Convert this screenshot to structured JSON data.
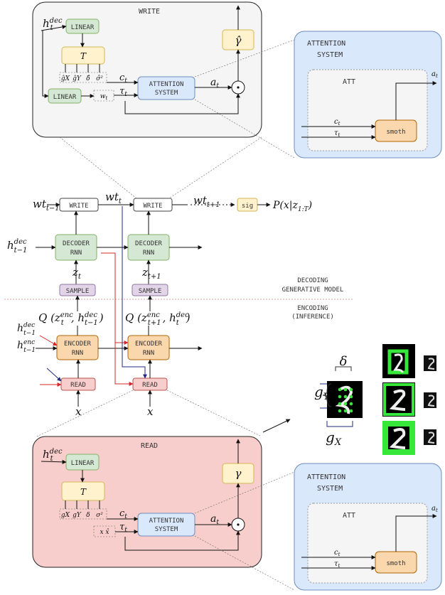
{
  "top_write": {
    "title": "WRITE",
    "h_in": "h",
    "h_sup": "dec",
    "h_sub": "t",
    "linear1": "LINEAR",
    "t_block": "T",
    "params": [
      "ĝX",
      "ĝY",
      "δ̂",
      "σ̂²"
    ],
    "c_t": "c",
    "tau_t": "τ",
    "a_t": "a",
    "linear2": "LINEAR",
    "w_t": "w",
    "att_line1": "ATTENTION",
    "att_line2": "SYSTEM",
    "gamma": "γ̂",
    "odot": "⊙",
    "t_sub": "t"
  },
  "att_panel_top": {
    "title1": "ATTENTION",
    "title2": "SYSTEM",
    "att": "ATT",
    "smoth": "smoth",
    "c": "c",
    "tau": "τ",
    "a": "a",
    "t_sub": "t"
  },
  "middle": {
    "wt_prev": "wt",
    "wt_prev_sub": "t−1",
    "wt": "wt",
    "wt_sub": "t",
    "wt_next": "wt",
    "wt_next_sub": "t+1",
    "write": "WRITE",
    "sig": "sig",
    "output": "P(x|z",
    "output_sub": "1:T",
    "output_close": ")",
    "h_dec_prev": "h",
    "h_dec_prev_sup": "dec",
    "h_dec_prev_sub": "t−1",
    "decoder_l1": "DECODER",
    "decoder_l2": "RNN",
    "z_t": "z",
    "z_t_sub": "t",
    "z_next_sub": "t+1",
    "sample": "SAMPLE",
    "decoding_l1": "DECODING",
    "decoding_l2": "GENERATIVE MODEL",
    "encoding_l1": "ENCODING",
    "encoding_l2": "(INFERENCE)",
    "q1": "Q (z",
    "q1_sup": "enc",
    "q1_sub": "t",
    "q1_mid": ", h",
    "q1_sup2": "dec",
    "q1_sub2": "t−1",
    "q1_close": ")",
    "q2": "Q (z",
    "q2_sup": "enc",
    "q2_sub": "t+1",
    "q2_mid": ", h",
    "q2_sup2": "dec",
    "q2_sub2": "t",
    "q2_close": ")",
    "h_enc_prev_sup": "enc",
    "encoder_l1": "ENCODER",
    "encoder_l2": "RNN",
    "read": "READ",
    "x": "x"
  },
  "digits": {
    "delta": "δ",
    "gY": "g",
    "gY_sub": "Y",
    "gX": "g",
    "gX_sub": "X"
  },
  "bottom_read": {
    "title": "READ",
    "h_in": "h",
    "h_sup": "dec",
    "h_sub": "t",
    "linear": "LINEAR",
    "t_block": "T",
    "params": [
      "gX",
      "gY",
      "δ",
      "σ²"
    ],
    "c_t": "c",
    "tau_t": "τ",
    "a_t": "a",
    "att_line1": "ATTENTION",
    "att_line2": "SYSTEM",
    "xs": "x  x̂",
    "gamma": "γ",
    "odot": "⊙",
    "t_sub": "t"
  },
  "att_panel_bottom": {
    "title1": "ATTENTION",
    "title2": "SYSTEM",
    "att": "ATT",
    "smoth": "smoth",
    "c": "c",
    "tau": "τ",
    "a": "a",
    "t_sub": "t"
  },
  "colors": {
    "green": "#d5e8d4",
    "green_border": "#82b366",
    "yellow": "#fff2cc",
    "yellow_border": "#d6b656",
    "orange": "#fad7ac",
    "orange_border": "#b46504",
    "red": "#f8cecc",
    "red_border": "#b85450",
    "purple": "#e1d5e7",
    "purple_border": "#9673a6",
    "blue": "#dae8fc",
    "blue_border": "#6c8ebf",
    "gray": "#f5f5f5",
    "arrow_red": "#d62728",
    "arrow_blue": "#1f2a80"
  }
}
